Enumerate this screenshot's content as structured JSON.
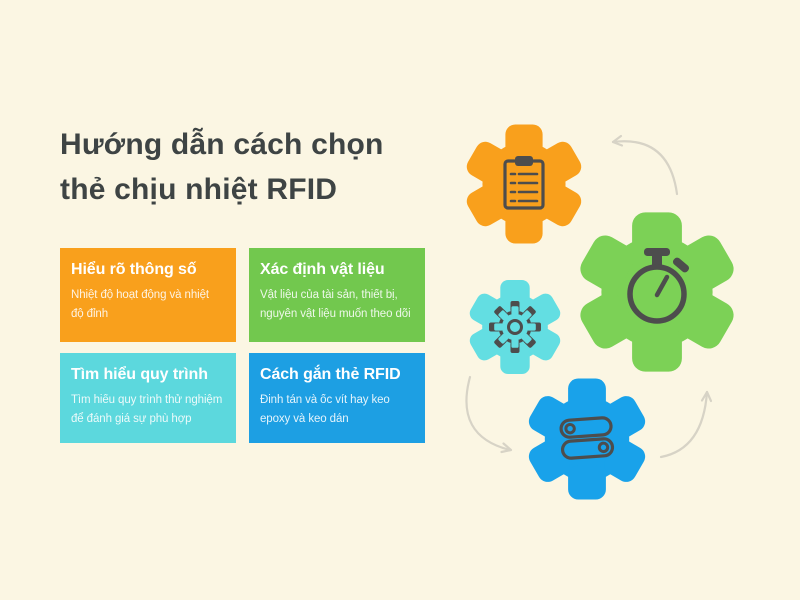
{
  "colors": {
    "background": "#FBF6E3",
    "title_text": "#3E4444",
    "card_text": "#FFFFFF",
    "icon": "#4D4D4D",
    "arrow": "#D7D3C6"
  },
  "title": {
    "text": "Hướng dẫn cách chọn\nthẻ chịu nhiệt RFID"
  },
  "cards": [
    {
      "title": "Hiểu rõ thông số",
      "description": "Nhiệt độ hoạt động và nhiệt\nđộ đỉnh",
      "color": "#F9A01C"
    },
    {
      "title": "Xác định vật liệu",
      "description": "Vật liệu của tài sản, thiết bị,\nnguyên vật liệu muốn theo dõi",
      "color": "#72C84E"
    },
    {
      "title": "Tìm hiểu quy trình",
      "description": "Tìm hiểu quy trình thử nghiệm\nđể đánh giá sự phù hợp",
      "color": "#5CD8DD"
    },
    {
      "title": "Cách gắn thẻ RFID",
      "description": "Đinh tán và ốc vít hay keo\nepoxy và keo dán",
      "color": "#1D9FE3"
    }
  ],
  "gears": [
    {
      "name": "clipboard-gear",
      "icon": "clipboard-icon",
      "color": "#F9A01C"
    },
    {
      "name": "stopwatch-gear",
      "icon": "stopwatch-icon",
      "color": "#7CD156"
    },
    {
      "name": "cog-gear",
      "icon": "cog-icon",
      "color": "#63DEE2"
    },
    {
      "name": "toggle-gear",
      "icon": "toggle-switches-icon",
      "color": "#19A2EA"
    }
  ]
}
